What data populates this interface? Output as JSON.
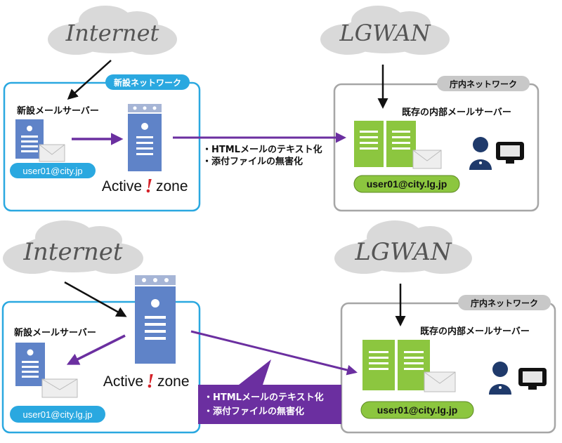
{
  "colors": {
    "new_network": "#2aa8e0",
    "office_network": "#a6a6a6",
    "purple_arrow": "#6b2fa0",
    "server_blue": "#5f83c8",
    "server_green": "#8cc63f",
    "active_red": "#d42027"
  },
  "top": {
    "cloud_internet": "Internet",
    "cloud_lgwan": "LGWAN",
    "new_network_label": "新設ネットワーク",
    "office_network_label": "庁内ネットワーク",
    "new_mail_server_label": "新設メールサーバー",
    "existing_mail_server_label": "既存の内部メールサーバー",
    "new_email": "user01@city.jp",
    "office_email": "user01@city.lg.jp",
    "logo_left": "Active",
    "logo_mark": "!",
    "logo_right": "zone",
    "notes": [
      "・HTMLメールのテキスト化",
      "・添付ファイルの無害化"
    ]
  },
  "bottom": {
    "cloud_internet": "Internet",
    "cloud_lgwan": "LGWAN",
    "office_network_label": "庁内ネットワーク",
    "new_mail_server_label": "新設メールサーバー",
    "existing_mail_server_label": "既存の内部メールサーバー",
    "new_email": "user01@city.lg.jp",
    "office_email": "user01@city.lg.jp",
    "logo_left": "Active",
    "logo_mark": "!",
    "logo_right": "zone",
    "notes": [
      "・HTMLメールのテキスト化",
      "・添付ファイルの無害化"
    ]
  }
}
